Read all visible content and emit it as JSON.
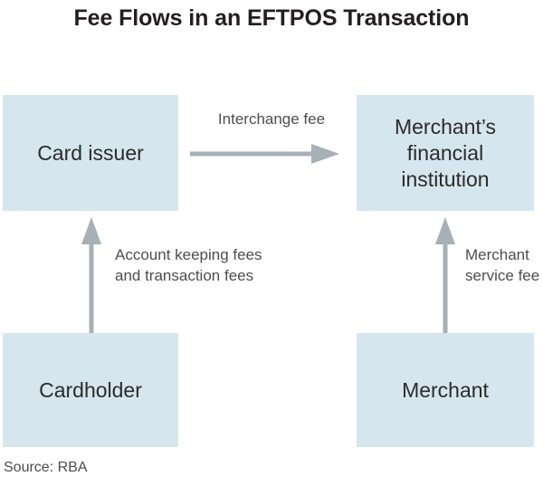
{
  "title": "Fee Flows in an EFTPOS\nTransaction",
  "source": "Source: RBA",
  "colors": {
    "box_fill": "#d6e6ee",
    "arrow": "#a6b0b5",
    "title_text": "#231f20",
    "label_text": "#4d4d4d",
    "box_text": "#2b2b2b",
    "background": "#ffffff"
  },
  "nodes": {
    "card_issuer": "Card issuer",
    "merchant_financial_institution": "Merchant’s\nfinancial\ninstitution",
    "cardholder": "Cardholder",
    "merchant": "Merchant"
  },
  "flows": [
    {
      "id": "interchange-fee",
      "label": "Interchange fee",
      "from": "card_issuer",
      "to": "merchant_financial_institution",
      "direction": "right"
    },
    {
      "id": "account-keeping-and-transaction-fees",
      "label": "Account keeping fees\nand transaction fees",
      "from": "cardholder",
      "to": "card_issuer",
      "direction": "up"
    },
    {
      "id": "merchant-service-fee",
      "label": "Merchant\nservice fee",
      "from": "merchant",
      "to": "merchant_financial_institution",
      "direction": "up"
    }
  ],
  "chart_data": {
    "type": "diagram",
    "title": "Fee Flows in an EFTPOS Transaction",
    "nodes": [
      "Card issuer",
      "Merchant’s financial institution",
      "Cardholder",
      "Merchant"
    ],
    "edges": [
      {
        "from": "Card issuer",
        "to": "Merchant’s financial institution",
        "label": "Interchange fee"
      },
      {
        "from": "Cardholder",
        "to": "Card issuer",
        "label": "Account keeping fees and transaction fees"
      },
      {
        "from": "Merchant",
        "to": "Merchant’s financial institution",
        "label": "Merchant service fee"
      }
    ],
    "source": "Source: RBA"
  }
}
